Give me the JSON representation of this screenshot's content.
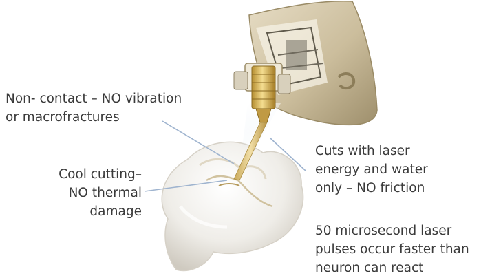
{
  "callouts": {
    "non_contact": {
      "line1": "Non- contact – NO vibration",
      "line2": "or macrofractures"
    },
    "cool_cutting": {
      "line1": "Cool cutting–",
      "line2": "NO thermal",
      "line3": "damage"
    },
    "cuts_with_laser": {
      "line1": "Cuts with laser",
      "line2": "energy and water",
      "line3": "only – NO friction"
    },
    "pulses": {
      "line1": "50 microsecond laser",
      "line2": "pulses occur faster than",
      "line3": "neuron can react"
    }
  },
  "colors": {
    "text": "#3a3a3a",
    "leader_line": "#9fb4cf",
    "handpiece": "#cbbd9c",
    "tooth": "#f2f0ec",
    "laser_tip": "#d9bf7a"
  }
}
